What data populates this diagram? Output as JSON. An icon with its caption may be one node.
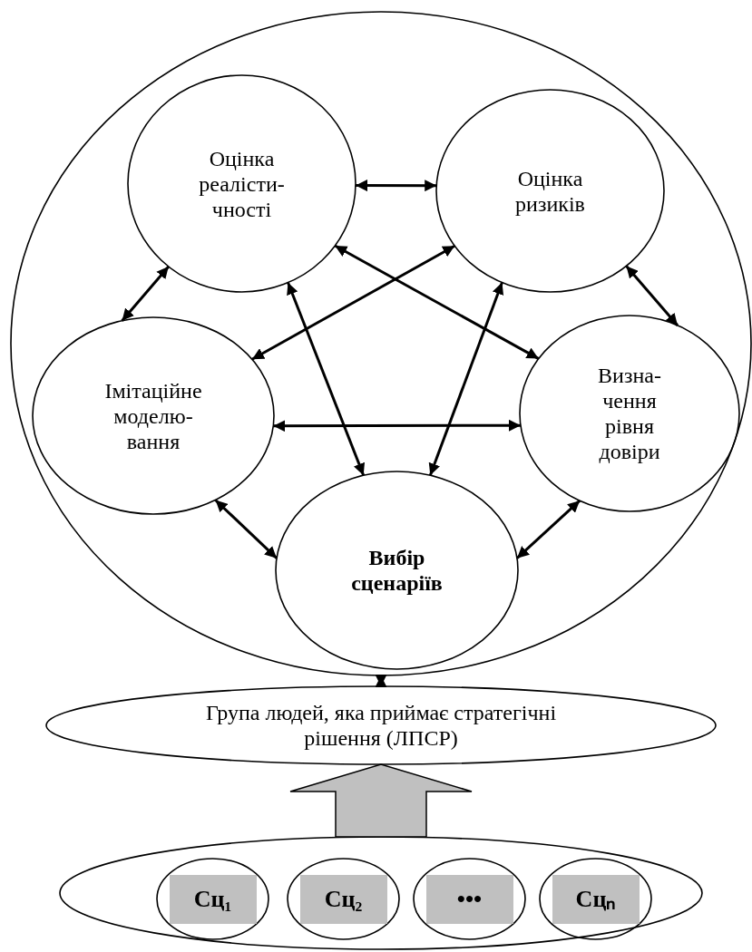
{
  "diagram": {
    "nodes": [
      {
        "text": [],
        "shape": "circle"
      },
      {
        "text": [
          "Оцінка реалісти- чності"
        ],
        "in": 0
      },
      {
        "text": [
          "Оцінка ризиків"
        ],
        "in": 0
      },
      {
        "text": [
          "Імітаційне моделю- вання"
        ],
        "in": 0
      },
      {
        "text": [
          "Визна- чення рівня довіри"
        ],
        "in": 0
      },
      {
        "text": [
          "Вибір сценаріїв"
        ],
        "in": 0
      },
      {
        "text": [
          "Група людей, яка приймає стратегічні рішення (ЛПСР)"
        ]
      },
      {
        "text": [],
        "shape": "circle"
      },
      {
        "text": [
          "Сц₁"
        ],
        "in": 7
      },
      {
        "text": [
          "Сц₂"
        ],
        "in": 7
      },
      {
        "text": [
          "•••"
        ],
        "in": 7
      },
      {
        "text": [
          "Сцₙ"
        ],
        "in": 7
      }
    ],
    "edges": [
      {
        "from": 1,
        "to": 2,
        "arrow": "both"
      },
      {
        "from": 3,
        "to": 1,
        "arrow": "both"
      },
      {
        "from": 4,
        "to": 2,
        "arrow": "both"
      },
      {
        "from": 3,
        "to": 2,
        "arrow": "both"
      },
      {
        "from": 4,
        "to": 1,
        "arrow": "both"
      },
      {
        "from": 5,
        "to": 1,
        "arrow": "both"
      },
      {
        "from": 5,
        "to": 2,
        "arrow": "both"
      },
      {
        "from": 3,
        "to": 4,
        "arrow": "both"
      },
      {
        "from": 5,
        "to": 3,
        "arrow": "both"
      },
      {
        "from": 5,
        "to": 4,
        "arrow": "both"
      },
      {
        "from": 6,
        "to": 0,
        "arrow": "both"
      },
      {
        "from": 7,
        "to": 6,
        "arrow": "to",
        "style": "thick",
        "color": "#c0c0c0"
      }
    ]
  }
}
